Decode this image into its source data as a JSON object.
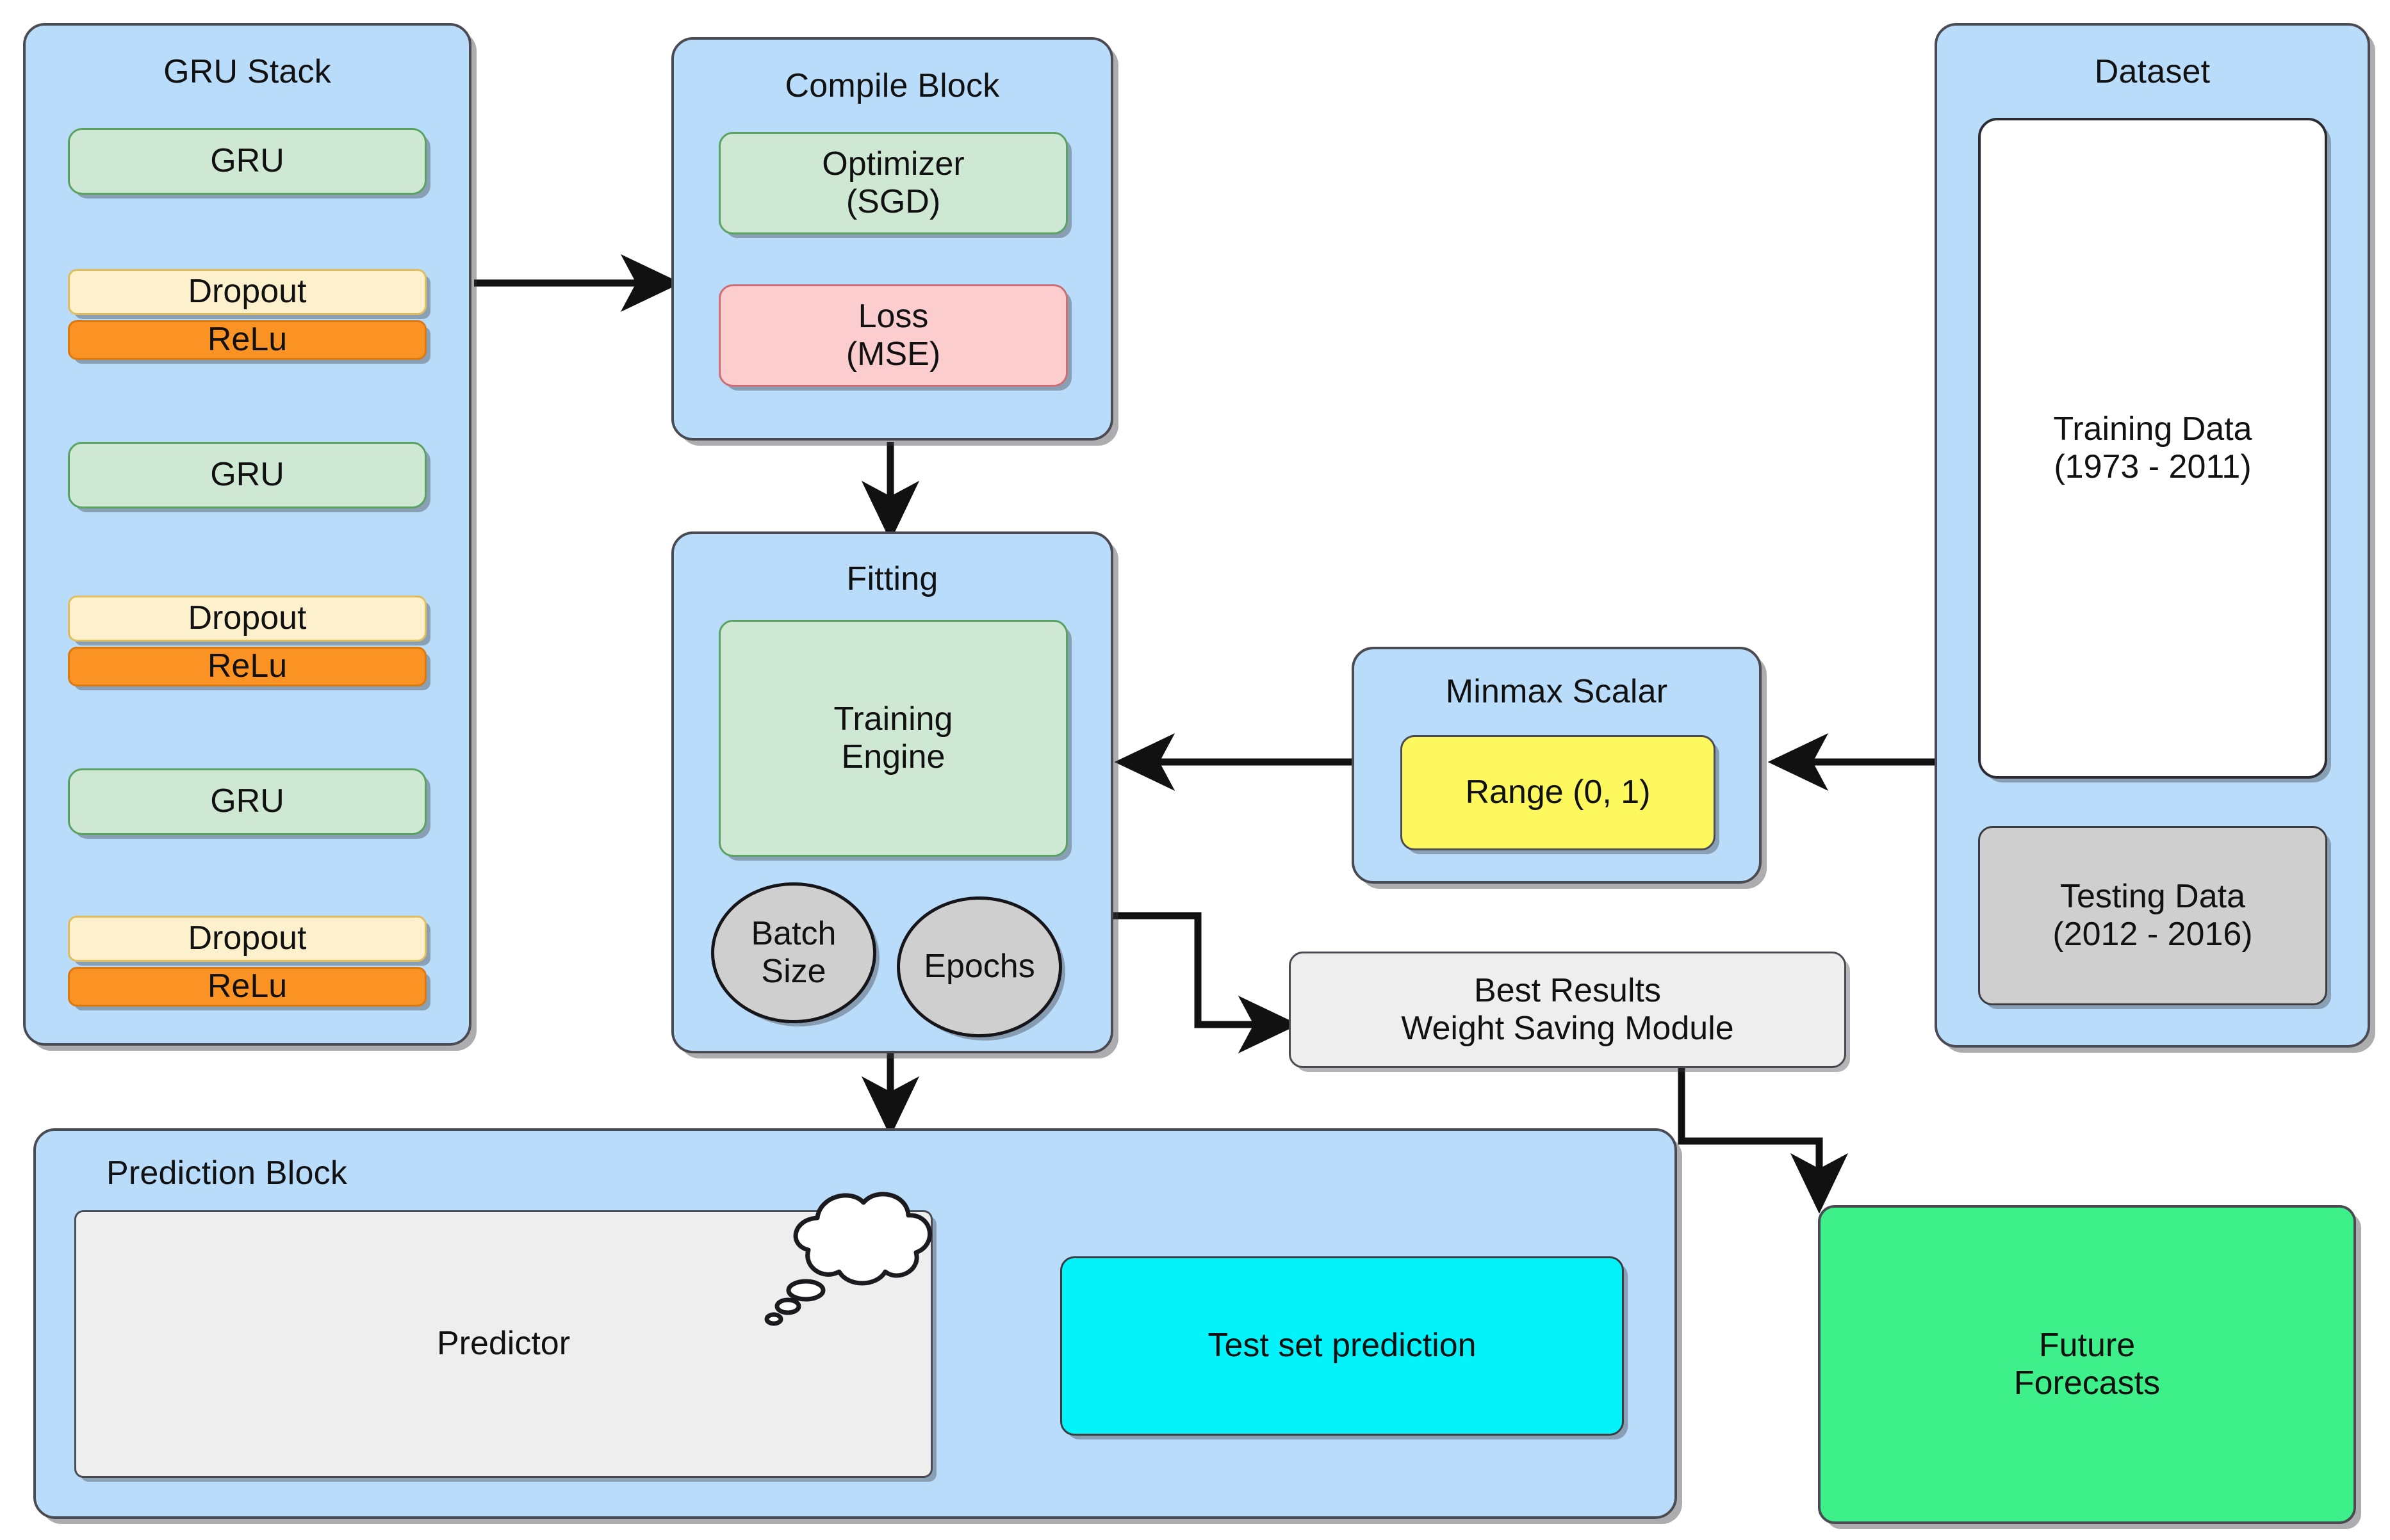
{
  "diagram": {
    "title_note": "GRU model training and forecasting pipeline",
    "colors": {
      "group_fill": "#b9dcfb",
      "gru_fill": "#cfe8d3",
      "dropout_fill": "#fdf0cc",
      "relu_fill": "#fb9324",
      "loss_fill": "#fbcdcf",
      "range_fill": "#fdf85e",
      "testing_fill": "#cfcfcf",
      "training_fill": "#ffffff",
      "predictor_fill": "#eeeeee",
      "test_prediction_fill": "#04f3fb",
      "future_forecasts_fill": "#3ef08a",
      "edge_stroke": "#111111"
    }
  },
  "gru_stack": {
    "title": "GRU Stack",
    "layers": [
      {
        "gru": "GRU",
        "dropout": "Dropout",
        "relu": "ReLu"
      },
      {
        "gru": "GRU",
        "dropout": "Dropout",
        "relu": "ReLu"
      },
      {
        "gru": "GRU",
        "dropout": "Dropout",
        "relu": "ReLu"
      }
    ]
  },
  "compile_block": {
    "title": "Compile Block",
    "optimizer": "Optimizer\n(SGD)",
    "optimizer_line1": "Optimizer",
    "optimizer_line2": "(SGD)",
    "loss_line1": "Loss",
    "loss_line2": "(MSE)"
  },
  "fitting": {
    "title": "Fitting",
    "engine_line1": "Training",
    "engine_line2": "Engine",
    "batch_line1": "Batch",
    "batch_line2": "Size",
    "epochs": "Epochs"
  },
  "minmax": {
    "title": "Minmax Scalar",
    "range": "Range (0, 1)"
  },
  "dataset": {
    "title": "Dataset",
    "training_line1": "Training Data",
    "training_line2": "(1973 - 2011)",
    "testing_line1": "Testing Data",
    "testing_line2": "(2012 - 2016)"
  },
  "weight_saving": {
    "line1": "Best Results",
    "line2": "Weight Saving Module"
  },
  "prediction_block": {
    "title": "Prediction Block",
    "predictor": "Predictor",
    "test_set_prediction": "Test set prediction"
  },
  "future_forecasts": {
    "line1": "Future",
    "line2": "Forecasts"
  },
  "edges": [
    {
      "from": "gru-stack",
      "to": "compile-block",
      "style": "straight-right"
    },
    {
      "from": "compile-block",
      "to": "fitting",
      "style": "straight-down"
    },
    {
      "from": "dataset",
      "to": "minmax-scalar",
      "style": "straight-left"
    },
    {
      "from": "minmax-scalar",
      "to": "fitting",
      "style": "straight-left"
    },
    {
      "from": "fitting",
      "to": "weight-saving",
      "style": "elbow-right"
    },
    {
      "from": "fitting",
      "to": "prediction-block",
      "style": "straight-down"
    },
    {
      "from": "weight-saving",
      "to": "future-forecasts",
      "style": "elbow-down"
    },
    {
      "from": "predictor",
      "to": "test-set-prediction",
      "style": "straight-right"
    }
  ]
}
